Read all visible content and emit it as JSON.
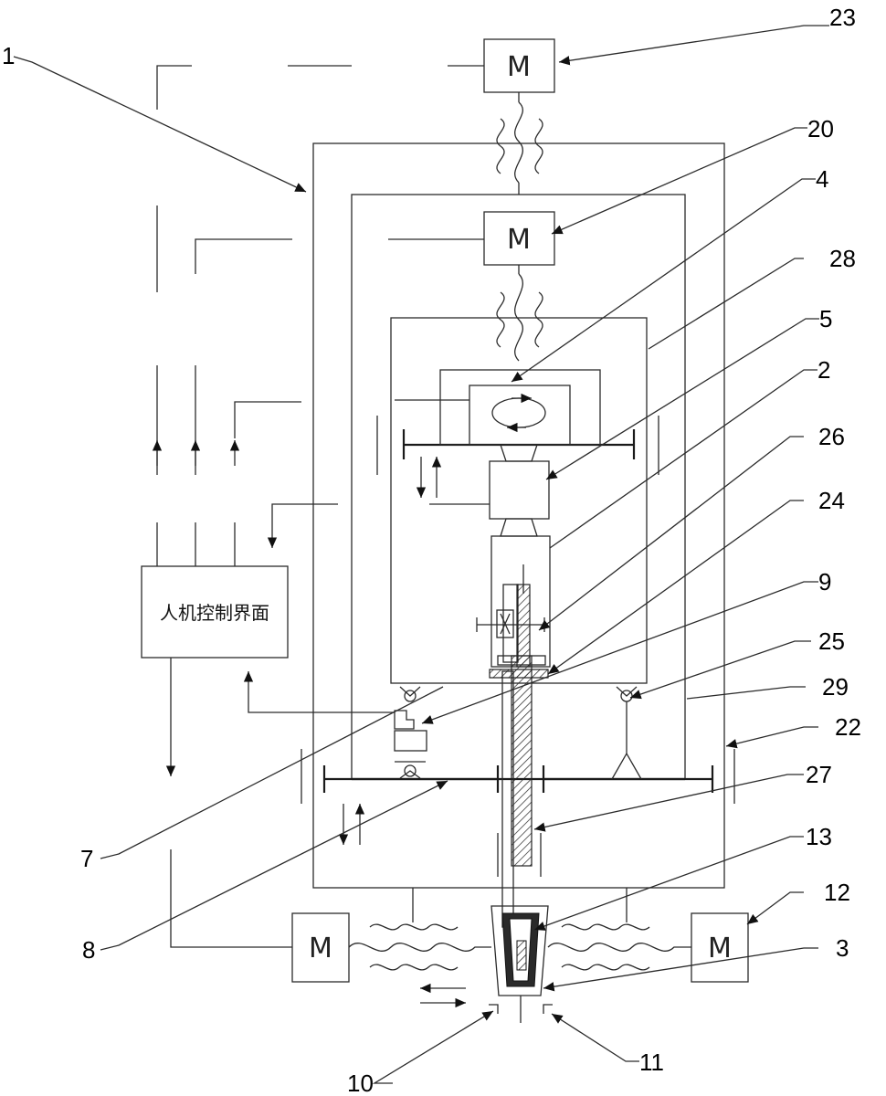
{
  "control_panel": {
    "label": "人机控制界面"
  },
  "motor_symbol": "M",
  "labels": {
    "l1": "1",
    "l23": "23",
    "l20": "20",
    "l4": "4",
    "l28": "28",
    "l5": "5",
    "l2": "2",
    "l26": "26",
    "l24": "24",
    "l9": "9",
    "l25": "25",
    "l29": "29",
    "l22": "22",
    "l27": "27",
    "l13": "13",
    "l12": "12",
    "l3": "3",
    "l7": "7",
    "l8": "8",
    "l10": "10",
    "l11": "11"
  }
}
